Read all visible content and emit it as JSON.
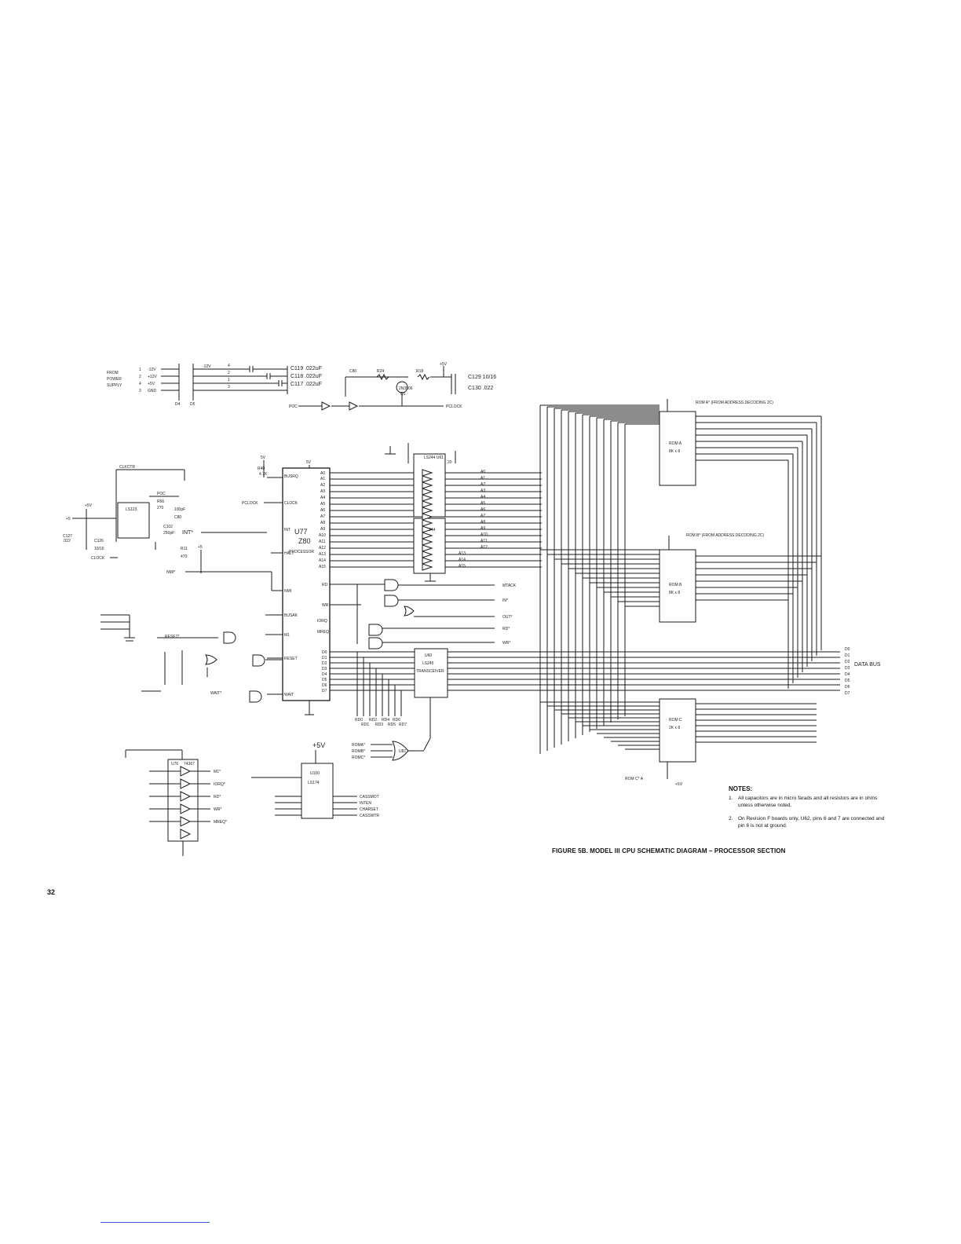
{
  "power": {
    "source": [
      "FROM",
      "POWER",
      "SUPPLY"
    ],
    "pins": [
      {
        "num": "1",
        "label": "-12V"
      },
      {
        "num": "2",
        "label": "+12V"
      },
      {
        "num": "4",
        "label": "+5V"
      },
      {
        "num": "3",
        "label": "GND"
      }
    ],
    "caps": [
      "C119 .022uF",
      "C118 .022uF",
      "C117 .022uF"
    ],
    "rail_label": "-12V"
  },
  "clock": {
    "caps": [
      "C129 10/16",
      "C130 .022"
    ],
    "transistor": [
      "2N3906",
      "Q1"
    ],
    "in_label": "POC",
    "out_label": "PCLOCK",
    "supply": "+5V"
  },
  "cpu": {
    "ref": "U77",
    "part": "Z80",
    "role": "PROCESSOR",
    "left_pins": [
      "BUSRQ",
      "CLOCK",
      "INT",
      "HALT",
      "NMI",
      "BUSAK",
      "M1",
      "RESET",
      "WAIT"
    ],
    "address_pins": [
      "A0",
      "A1",
      "A2",
      "A3",
      "A4",
      "A5",
      "A6",
      "A7",
      "A8",
      "A9",
      "A10",
      "A11",
      "A12",
      "A13",
      "A14",
      "A15"
    ],
    "data_pins": [
      "D0",
      "D1",
      "D2",
      "D3",
      "D4",
      "D5",
      "D6",
      "D7"
    ],
    "control_pins": [
      "RD",
      "WR",
      "IORQ",
      "MREQ"
    ],
    "input_labels": [
      "PCLOCK",
      "INT*",
      "NMI*",
      "RESET*",
      "WAIT*"
    ]
  },
  "address_buffers": {
    "upper_ref": "LS244 U61",
    "lower_ref": "LS244",
    "outputs": [
      "A0",
      "A1",
      "A2",
      "A3",
      "A4",
      "A5",
      "A6",
      "A7",
      "A8",
      "A9",
      "A10",
      "A11",
      "A12",
      "A13",
      "A14",
      "A15"
    ]
  },
  "control_outputs": [
    "MTACK",
    "IN*",
    "OUT*",
    "RD*",
    "WR*"
  ],
  "data_buffer": {
    "ref": "U60",
    "part": "LS245",
    "note": "TRANSCEIVER",
    "bus_label": "DATA BUS",
    "bus_lines": [
      "D0",
      "D1",
      "D2",
      "D3",
      "D4",
      "D5",
      "D6",
      "D7"
    ],
    "rom_data": [
      "RD0",
      "RD1",
      "RD2",
      "RD3",
      "RD4",
      "RD5",
      "RD6",
      "RD7"
    ]
  },
  "roms": [
    {
      "name": "ROM A",
      "detail": "8K x 8",
      "note": "ROM A* (FROM ADDRESS DECODING 2C)"
    },
    {
      "name": "ROM B",
      "detail": "8K x 8",
      "note": "ROM B* (FROM ADDRESS DECODING 2C)"
    },
    {
      "name": "ROM C",
      "detail": "2K x 8",
      "note": "ROM C* A"
    }
  ],
  "mux": {
    "ref": "U82",
    "inputs": [
      "ROMA*",
      "ROMB*",
      "ROMC*"
    ]
  },
  "latch": {
    "ref": "U100",
    "part": "LS174",
    "supply": "+5V",
    "outputs": [
      "CASSMOT",
      "INTEN",
      "CHARSET",
      "CASSWTR"
    ]
  },
  "buffer_74367": {
    "ref": "U76",
    "part": "74367",
    "signals": [
      "M1*",
      "IORQ*",
      "RD*",
      "WR*",
      "MREQ*"
    ]
  },
  "notes": {
    "title": "NOTES:",
    "items": [
      {
        "num": "1.",
        "text": "All capacitors are in micro farads and all resistors are in ohms unless otherwise noted."
      },
      {
        "num": "2.",
        "text": "On Revision F boards only, U62, pins 6 and 7 are connected and pin 6 is not at ground."
      }
    ]
  },
  "caption": "FIGURE 5B.  MODEL III CPU SCHEMATIC DIAGRAM – PROCESSOR SECTION",
  "page_number": "32"
}
